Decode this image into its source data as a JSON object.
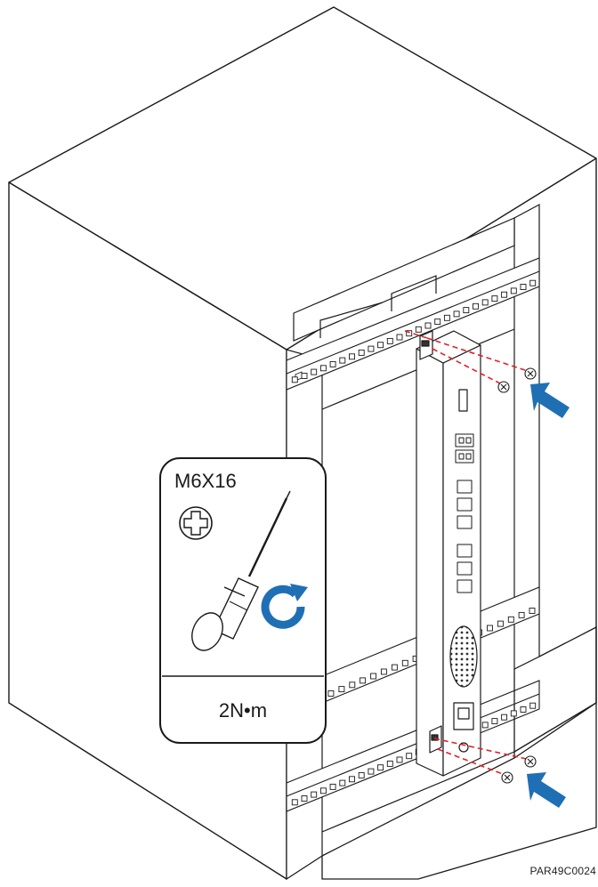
{
  "callout": {
    "screw_spec": "M6X16",
    "torque": "2N•m",
    "tool_icon": "phillips-screwdriver-icon",
    "head_icon": "phillips-head-icon",
    "rotation_icon": "clockwise-rotate-icon"
  },
  "figure_id": "PAR49C0024",
  "colors": {
    "line": "#1a1a1a",
    "guide_red": "#e0202a",
    "arrow_blue": "#1f6fb5"
  },
  "screws": {
    "top_count": 2,
    "bottom_count": 2
  }
}
